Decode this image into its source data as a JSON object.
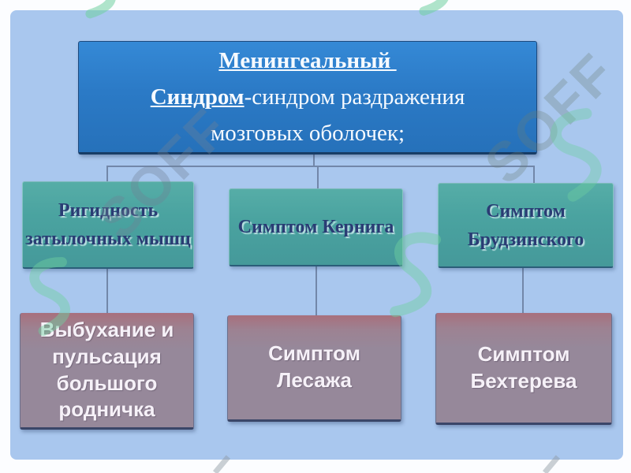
{
  "slide": {
    "title": {
      "line1_bold_underlined": "Менингеальный ",
      "line2_bold_underlined": "Синдром",
      "line2_rest": "-синдром раздражения",
      "line3": "мозговых оболочек;"
    },
    "middle_row": [
      {
        "label": "Ригидность затылочных мышц"
      },
      {
        "label": "Симптом Кернига"
      },
      {
        "label": "Симптом Брудзинского"
      }
    ],
    "bottom_row": [
      {
        "label": "Выбухание и пульсация большого родничка"
      },
      {
        "label": "Симптом Лесажа"
      },
      {
        "label": "Симптом Бехтерева"
      }
    ],
    "colors": {
      "slide_background": "#a9c7ee",
      "title_box": "#2b7ac6",
      "symptom_box_teal": "#4aa3a0",
      "sign_box_mauve": "#96889a",
      "sign_box_top_edge": "#a8707d",
      "title_text": "#f6faff",
      "teal_text_navy": "#2a3c74",
      "connector": "#7287a9",
      "watermark_green": "#6fd0a0"
    }
  },
  "watermark": {
    "text": "SOFF"
  }
}
